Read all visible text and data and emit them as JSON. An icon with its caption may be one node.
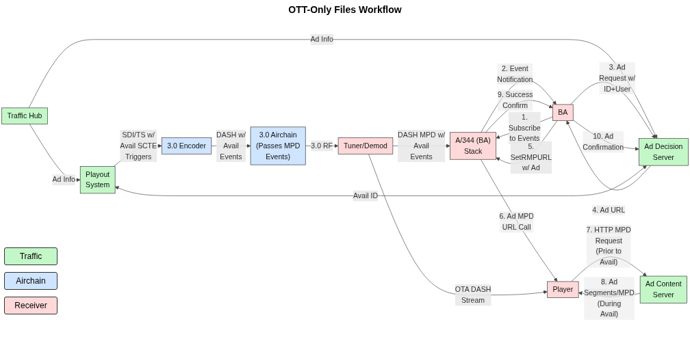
{
  "diagram": {
    "title": "OTT-Only Files Workflow",
    "nodes": [
      {
        "text": [
          "Traffic Hub"
        ]
      },
      {
        "text": [
          "Playout System"
        ]
      },
      {
        "text": [
          "3.0 Encoder"
        ]
      },
      {
        "text": [
          "3.0 Airchain (Passes MPD Events)"
        ]
      },
      {
        "text": [
          "Ad Decision Server"
        ]
      },
      {
        "text": [
          "BA"
        ]
      },
      {
        "text": [
          "A/344 (BA) Stack"
        ]
      },
      {
        "text": [
          "Tuner/Demod"
        ]
      },
      {
        "text": [
          "Ad Content Server"
        ]
      },
      {
        "text": [
          "Player"
        ]
      }
    ],
    "edges": [
      {
        "from": 0,
        "to": 1,
        "arrow": "to",
        "label": "Ad Info"
      },
      {
        "from": 1,
        "to": 2,
        "arrow": "to",
        "label": "SDI/TS w/ Avail SCTE Triggers"
      },
      {
        "from": 2,
        "to": 3,
        "arrow": "to",
        "label": "DASH w/ Avail Events"
      },
      {
        "from": 3,
        "to": 7,
        "arrow": "to",
        "label": "3.0 RF"
      },
      {
        "from": 0,
        "to": 4,
        "arrow": "to",
        "label": "Ad Info"
      },
      {
        "from": 4,
        "to": 1,
        "arrow": "both",
        "label": "Avail ID"
      },
      {
        "from": 5,
        "to": 4,
        "arrow": "to",
        "label": "3. Ad Request w/ ID+User"
      },
      {
        "from": 4,
        "to": 5,
        "arrow": "to",
        "label": "4. Ad URL"
      },
      {
        "from": 5,
        "to": 4,
        "arrow": "to",
        "label": "10. Ad Confirmation"
      },
      {
        "from": 5,
        "to": 6,
        "arrow": "to",
        "label": "1. Subscribe to Events"
      },
      {
        "from": 6,
        "to": 5,
        "arrow": "to",
        "label": "2. Event Notification"
      },
      {
        "from": 5,
        "to": 6,
        "arrow": "to",
        "label": "5. SetRMPURL w/ Ad"
      },
      {
        "from": 6,
        "to": 5,
        "arrow": "to",
        "label": "9. Success Confirm"
      },
      {
        "from": 7,
        "to": 6,
        "arrow": "to",
        "label": "DASH MPD w/ Avail Events"
      },
      {
        "from": 6,
        "to": 9,
        "arrow": "to",
        "label": "6. Ad MPD URL Call"
      },
      {
        "from": 9,
        "to": 8,
        "arrow": "to",
        "label": "7. HTTP MPD Request (Prior to Avail)"
      },
      {
        "from": 8,
        "to": 9,
        "arrow": "to",
        "label": "8. Ad Segments/MPD (During Avail)"
      },
      {
        "from": 7,
        "to": 9,
        "arrow": "to",
        "label": "OTA DASH Stream"
      }
    ],
    "legend": [
      {
        "text": "Traffic",
        "color": "#c3f7c8"
      },
      {
        "text": "Airchain",
        "color": "#cfe4ff"
      },
      {
        "text": "Receiver",
        "color": "#ffd9d9"
      }
    ]
  }
}
